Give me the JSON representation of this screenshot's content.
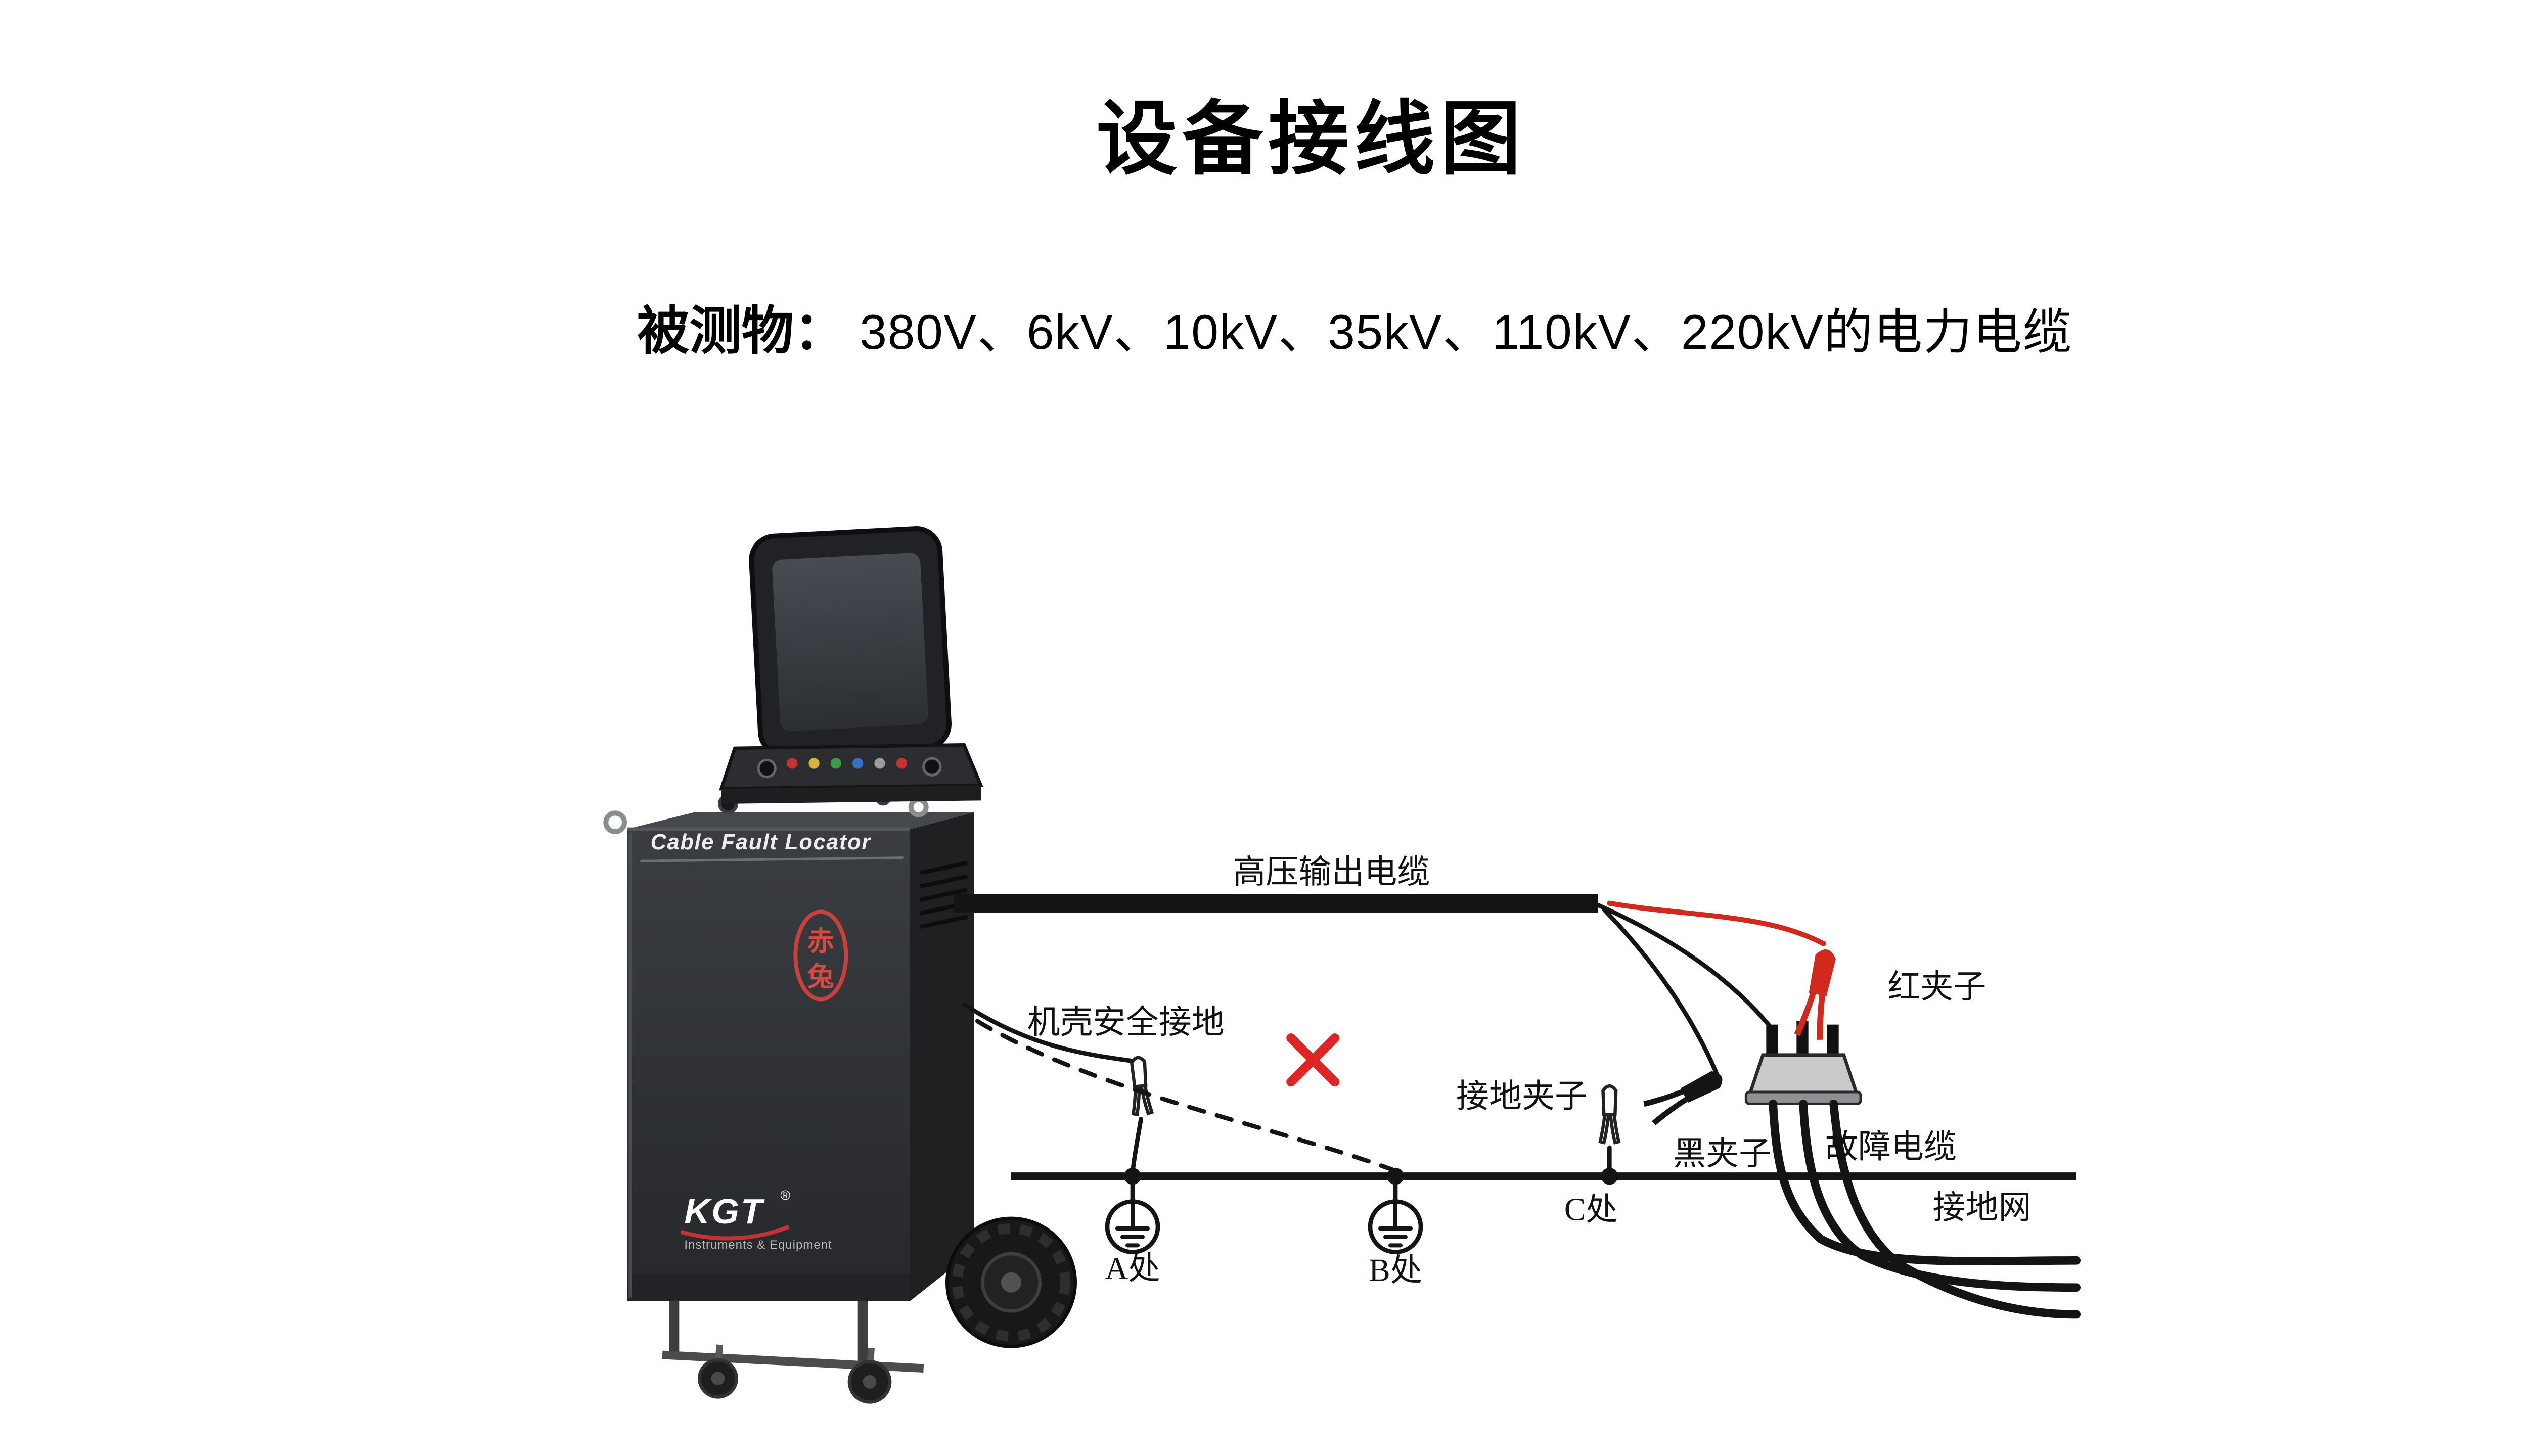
{
  "page": {
    "title": "设备接线图"
  },
  "subtitle": {
    "label": "被测物：",
    "value": "380V、6kV、10kV、35kV、110kV、220kV的电力电缆"
  },
  "device": {
    "panel_label": "Cable Fault Locator",
    "seal_char_top": "赤",
    "seal_char_bottom": "兔",
    "brand": "KGT",
    "brand_reg": "®",
    "brand_sub": "Instruments & Equipment"
  },
  "diagram": {
    "labels": {
      "hv_output_cable": "高压输出电缆",
      "chassis_ground": "机壳安全接地",
      "red_clamp": "红夹子",
      "ground_clamp": "接地夹子",
      "black_clamp": "黑夹子",
      "fault_cable": "故障电缆",
      "ground_net": "接地网"
    },
    "points": {
      "a": "A处",
      "b": "B处",
      "c": "C处"
    },
    "icons": {
      "earth": "earth-ground-symbol",
      "red_clamp": "alligator-clip-red",
      "black_clamp": "alligator-clip-black",
      "ground_clamp": "wire-grip-clamp-outline",
      "wrong_path": "red-x-mark"
    },
    "colors": {
      "wire": "#141414",
      "red_accent": "#e02424",
      "clamp_red": "#d3291c",
      "seal_red": "#c8413a"
    }
  }
}
